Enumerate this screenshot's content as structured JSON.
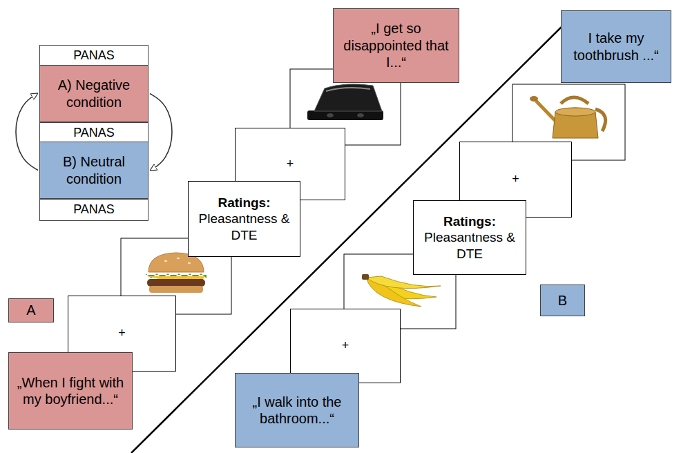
{
  "diagram": {
    "nodes": [
      {
        "text": [
          "PANAS"
        ]
      },
      {
        "text": [
          "A) Negative condition"
        ]
      },
      {
        "text": [
          "PANAS"
        ]
      },
      {
        "text": [
          "B) Neutral condition"
        ]
      },
      {
        "text": [
          "PANAS"
        ]
      },
      {
        "text": [
          "A"
        ]
      },
      {
        "text": [
          "„When I fight with my boyfriend...“"
        ]
      },
      {
        "text": [
          "+"
        ]
      },
      {
        "text": [
          "Ratings:",
          "Pleasantness & DTE"
        ]
      },
      {
        "text": [
          "+"
        ]
      },
      {
        "text": [
          "„I get so disappointed that I...“"
        ]
      },
      {
        "text": [
          "B"
        ]
      },
      {
        "text": [
          "„I walk into the bathroom...“"
        ]
      },
      {
        "text": [
          "+"
        ]
      },
      {
        "text": [
          "Ratings:",
          "Pleasantness & DTE"
        ]
      },
      {
        "text": [
          "+"
        ]
      },
      {
        "text": [
          "I take my toothbrush ...“"
        ]
      }
    ],
    "edges": [
      {
        "from": 1,
        "to": 3,
        "arrow": "to"
      },
      {
        "from": 3,
        "to": 1,
        "arrow": "to"
      }
    ]
  }
}
